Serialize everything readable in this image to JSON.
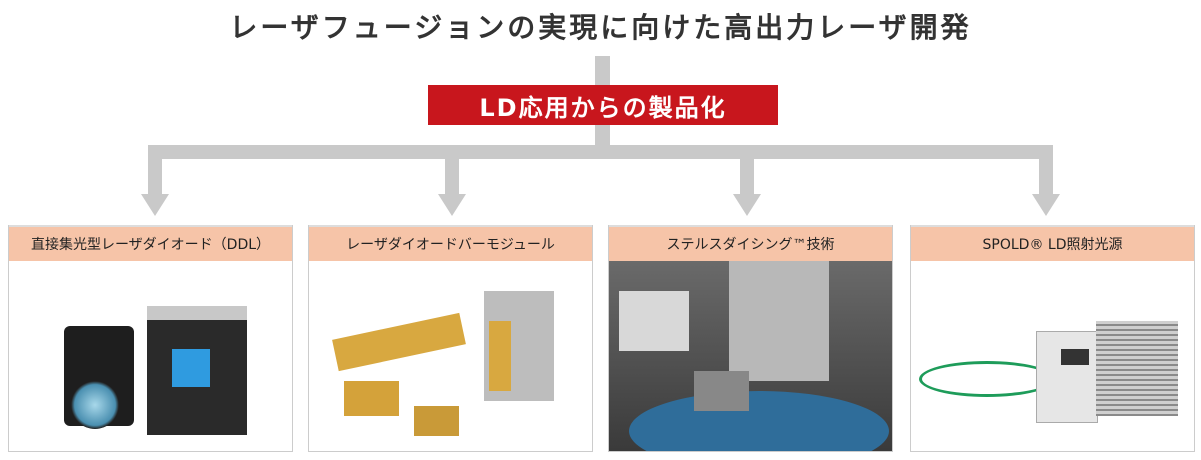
{
  "title": "レーザフュージョンの実現に向けた高出力レーザ開発",
  "center_label": "LD応用からの製品化",
  "colors": {
    "accent_red": "#c8161d",
    "header_peach": "#f6c4a8",
    "connector_gray": "#c9c9c9"
  },
  "products": [
    {
      "label": "直接集光型レーザダイオード（DDL）"
    },
    {
      "label": "レーザダイオードバーモジュール"
    },
    {
      "label": "ステルスダイシング™技術"
    },
    {
      "label": "SPOLD® LD照射光源"
    }
  ]
}
